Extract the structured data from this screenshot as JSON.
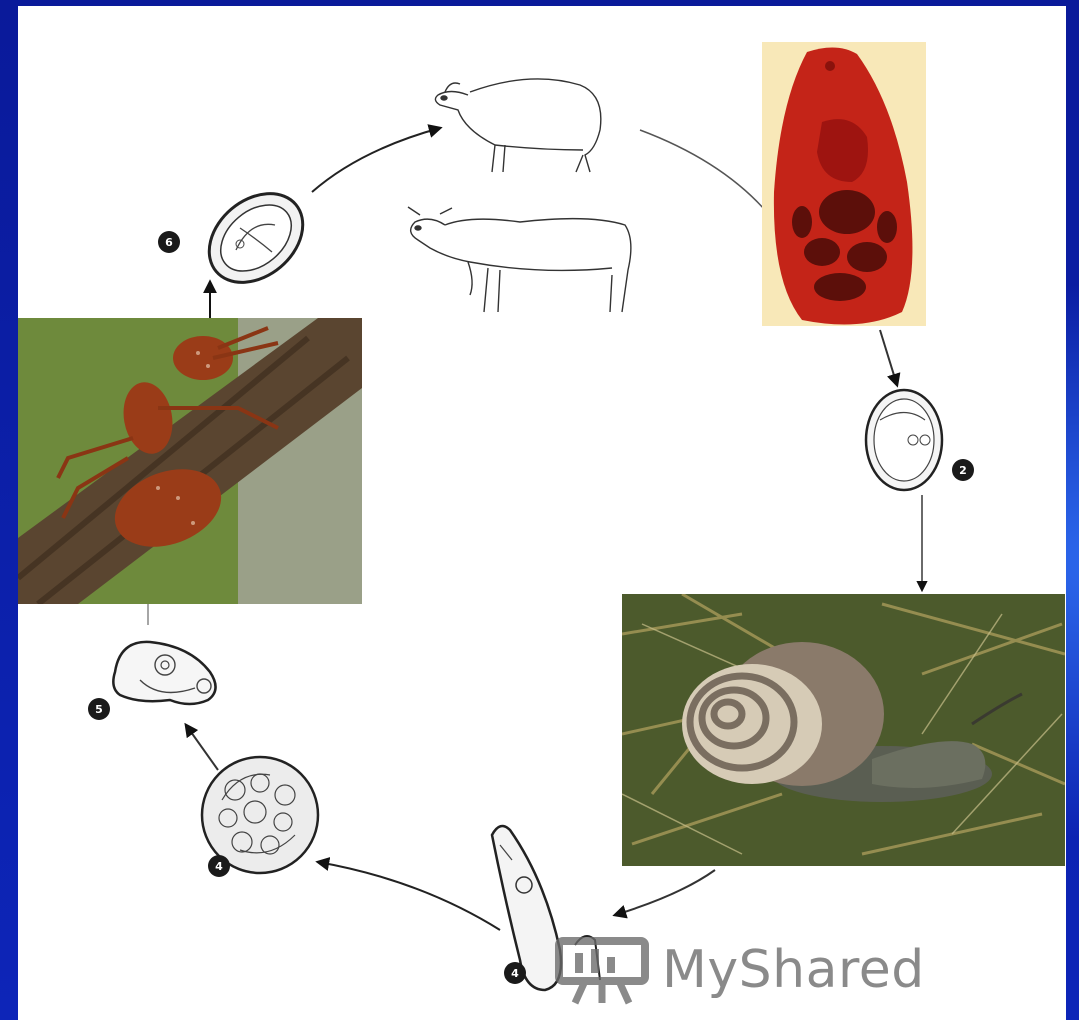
{
  "slide": {
    "background": "#0b1fa8",
    "panel_color": "#ffffff"
  },
  "icons": {
    "sheep": "sheep-drawing",
    "cow": "cow-drawing",
    "adult_fluke": "adult-fluke-photo",
    "egg_free": "egg-drawing",
    "snail": "snail-photo",
    "sporocyst": "sporocyst-drawing",
    "slime_ball": "slime-ball-cercariae-drawing",
    "cercaria": "cercaria-drawing",
    "ant": "ant-photo",
    "metacercaria": "metacercaria-drawing"
  },
  "stages": {
    "s1": "6",
    "s2": "2",
    "s3": "4",
    "s4": "4",
    "s5": "5"
  },
  "watermark": {
    "text": "MyShared"
  }
}
